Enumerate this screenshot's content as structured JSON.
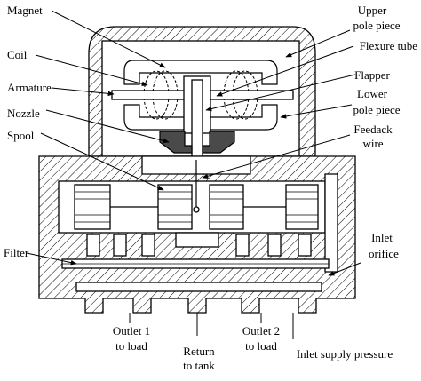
{
  "labels": {
    "magnet": "Magnet",
    "coil": "Coil",
    "armature": "Armature",
    "nozzle": "Nozzle",
    "spool": "Spool",
    "filter": "Filter",
    "upper_pole_1": "Upper",
    "upper_pole_2": "pole piece",
    "flexure_tube": "Flexure tube",
    "flapper": "Flapper",
    "lower_pole_1": "Lower",
    "lower_pole_2": "pole piece",
    "feedback_1": "Feedack",
    "feedback_2": "wire",
    "inlet_orifice_1": "Inlet",
    "inlet_orifice_2": "orifice",
    "outlet1_1": "Outlet 1",
    "outlet1_2": "to load",
    "return_1": "Return",
    "return_2": "to tank",
    "outlet2_1": "Outlet 2",
    "outlet2_2": "to load",
    "inlet_supply": "Inlet supply pressure"
  }
}
